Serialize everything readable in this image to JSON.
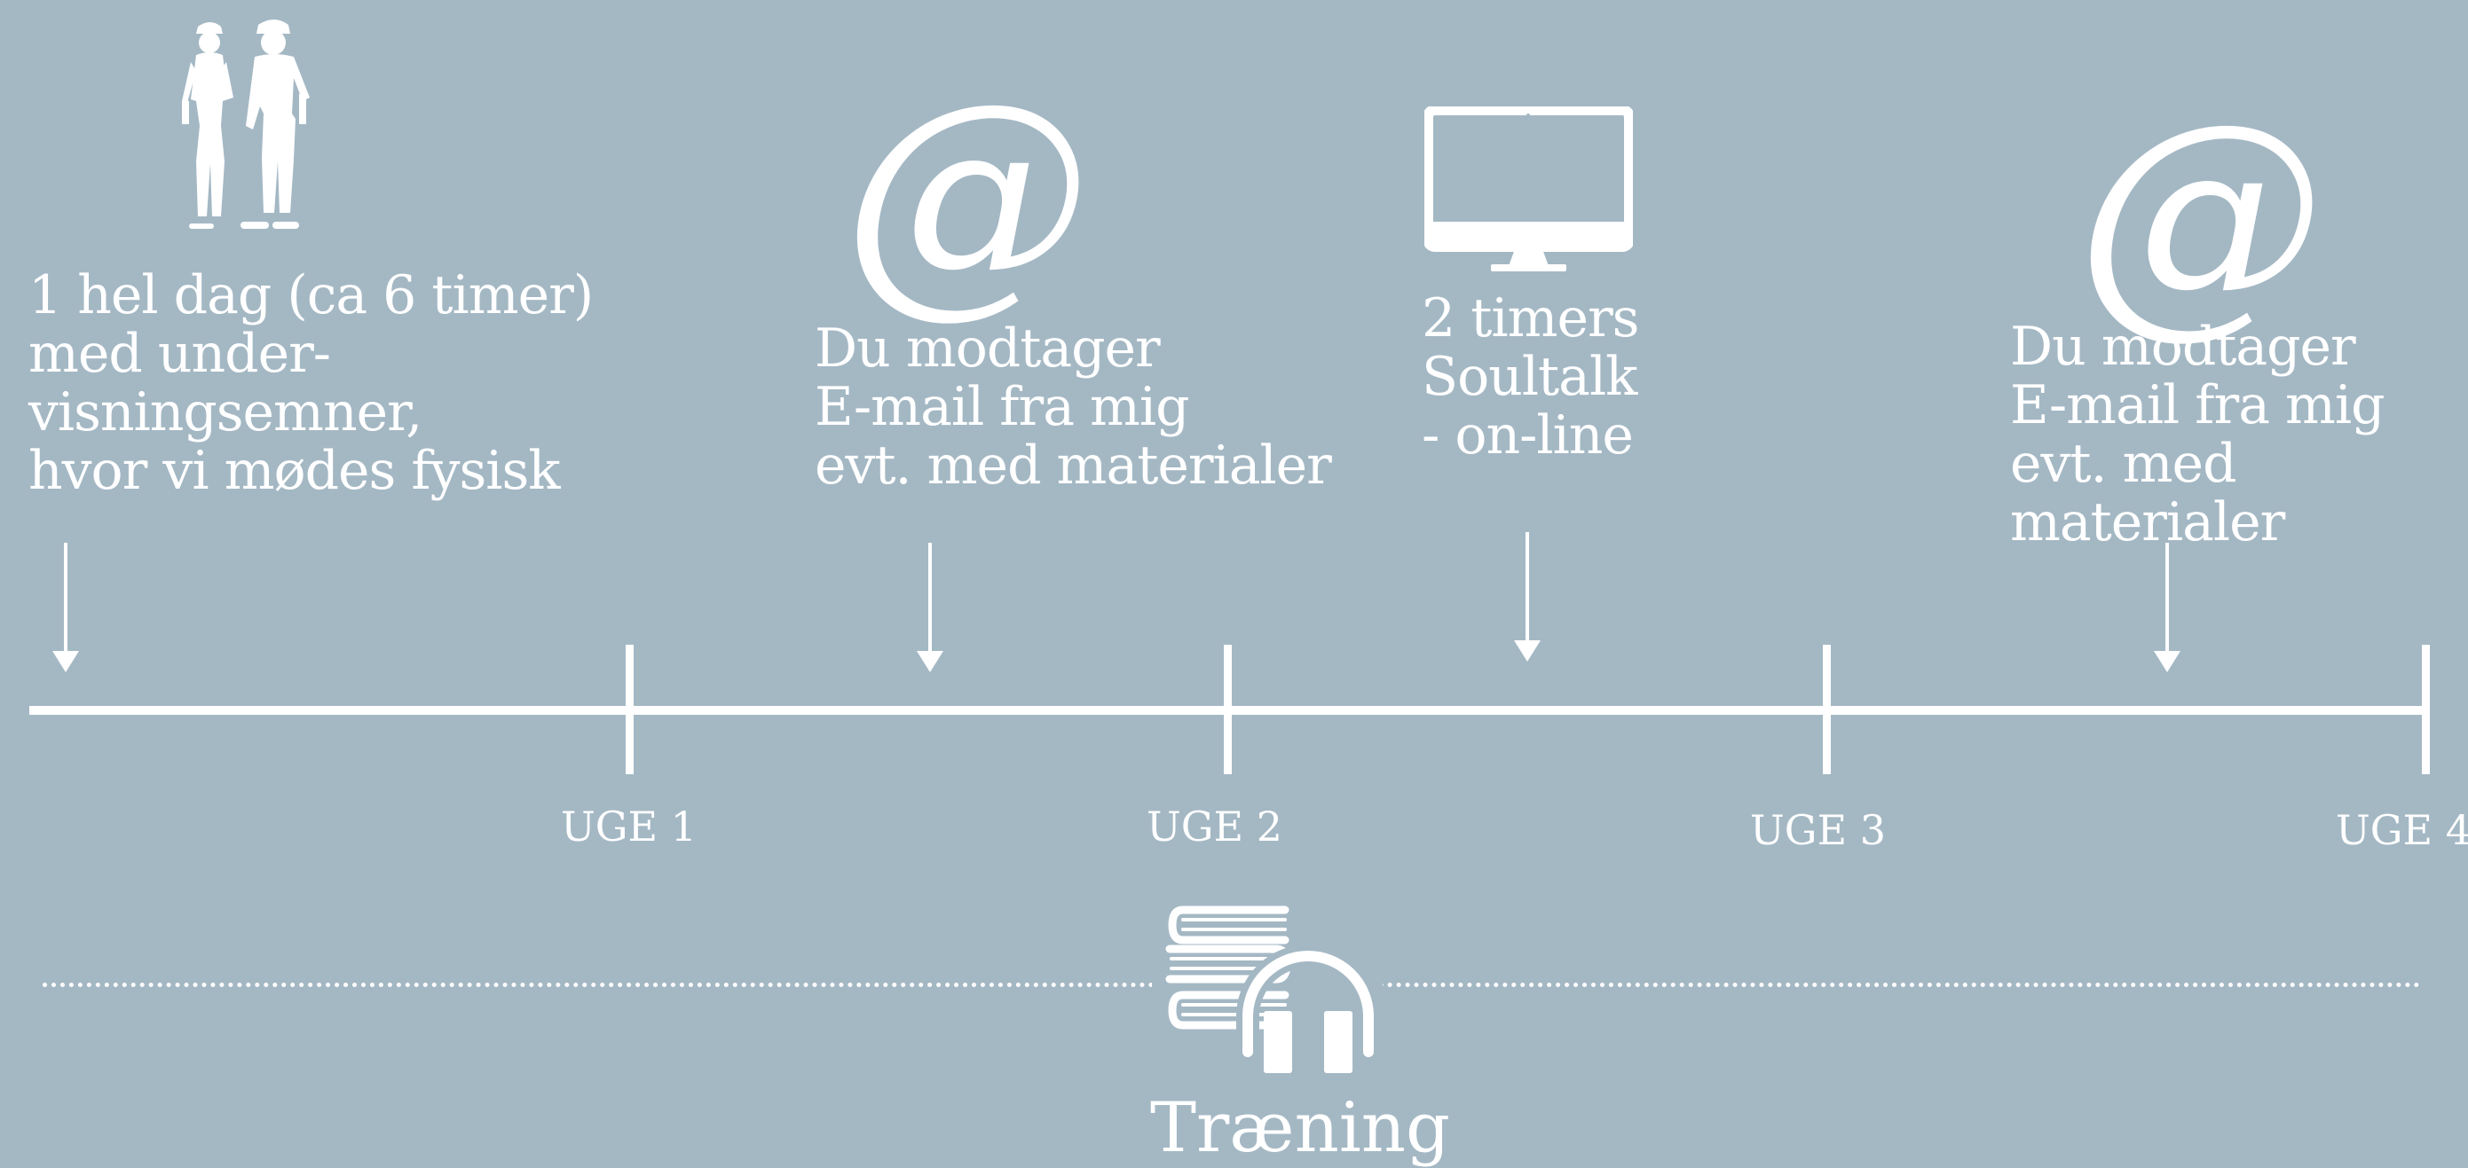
{
  "events": [
    {
      "text": "1 hel dag (ca 6 timer)\nmed under-\nvisningsemner,\nhvor vi mødes fysisk",
      "icon": "workers-silhouette-icon"
    },
    {
      "text": "Du modtager\nE-mail fra mig\nevt. med materialer",
      "icon": "at-sign-icon",
      "glyph": "@"
    },
    {
      "text": "2 timers\nSoultalk\n- on-line",
      "icon": "monitor-icon"
    },
    {
      "text": "Du modtager\nE-mail fra mig\nevt. med materialer",
      "icon": "at-sign-icon",
      "glyph": "@"
    }
  ],
  "weeks": [
    "UGE 1",
    "UGE 2",
    "UGE 3",
    "UGE 4"
  ],
  "training": {
    "label": "Træning",
    "icon": "books-headphones-icon"
  },
  "colors": {
    "background": "#a4b8c4",
    "foreground": "#ffffff"
  }
}
